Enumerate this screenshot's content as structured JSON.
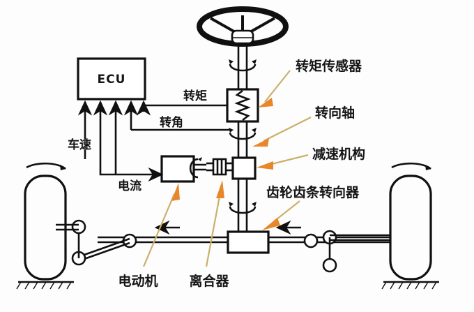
{
  "diagram": {
    "title": "Electric Power Steering (EPS) System Schematic",
    "background_color": "#fdfdfd",
    "line_color": "#101010",
    "pointer_arrow_color": "#e8862a",
    "pointer_stem_color": "#cbb06a",
    "text_color": "#151515"
  },
  "labels": {
    "ecu": "ECU",
    "torque_signal": "转矩",
    "angle_signal": "转角",
    "vehicle_speed": "车速",
    "current": "电流",
    "torque_sensor": "转矩传感器",
    "steering_shaft": "转向轴",
    "reduction_mechanism": "减速机构",
    "rack_and_pinion": "齿轮齿条转向器",
    "electric_motor": "电动机",
    "clutch": "离合器"
  },
  "components": [
    {
      "id": "steering-wheel",
      "name": "steering-wheel",
      "label": ""
    },
    {
      "id": "ecu",
      "name": "ecu-box",
      "label": "ECU"
    },
    {
      "id": "torque-sensor",
      "name": "torque-sensor-box",
      "label": "转矩传感器"
    },
    {
      "id": "steering-shaft",
      "name": "steering-shaft",
      "label": "转向轴"
    },
    {
      "id": "reduction-gear",
      "name": "reduction-mechanism-box",
      "label": "减速机构"
    },
    {
      "id": "clutch",
      "name": "clutch-symbol",
      "label": "离合器"
    },
    {
      "id": "motor",
      "name": "electric-motor-box",
      "label": "电动机"
    },
    {
      "id": "rack-housing",
      "name": "rack-and-pinion-box",
      "label": "齿轮齿条转向器"
    },
    {
      "id": "left-wheel",
      "name": "left-wheel",
      "label": ""
    },
    {
      "id": "right-wheel",
      "name": "right-wheel",
      "label": ""
    }
  ],
  "signals": [
    {
      "name": "torque-signal",
      "label": "转矩",
      "direction": "sensor-to-ecu"
    },
    {
      "name": "angle-signal",
      "label": "转角",
      "direction": "sensor-to-ecu"
    },
    {
      "name": "vehicle-speed-signal",
      "label": "车速",
      "direction": "into-ecu"
    },
    {
      "name": "current-signal",
      "label": "电流",
      "direction": "ecu-to-motor"
    }
  ]
}
